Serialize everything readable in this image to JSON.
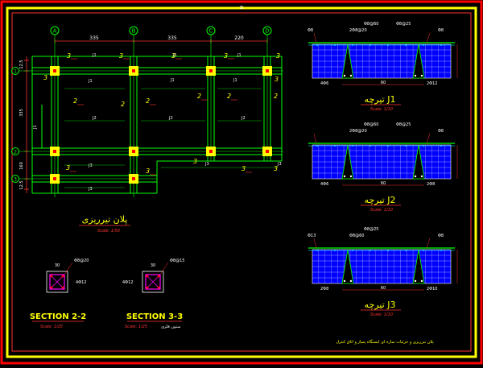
{
  "colors": {
    "background": "#000000",
    "outer_border": "#ff0000",
    "inner_border": "#ffff00",
    "axis": "#00ff00",
    "grid_ring": "#00ff00",
    "beam": "#00ff00",
    "column": "#ffff00",
    "column_center": "#ff0000",
    "dimension": "#ff3333",
    "label": "#ffffff",
    "rebar": "#ff00ff",
    "joist_fill": "#0000ff",
    "cyan": "#00ffff",
    "title_yellow": "#ffff00",
    "scale_red": "#ff3333"
  },
  "top_marker": "±",
  "axes": {
    "columns": [
      "A",
      "B",
      "C",
      "D"
    ],
    "rows": [
      "1",
      "2",
      "3"
    ]
  },
  "dimensions": {
    "top": [
      "335",
      "335",
      "220"
    ],
    "left": [
      "12.5",
      "335",
      "160",
      "12.5"
    ]
  },
  "slab_labels": {
    "numbers": [
      "3",
      "3",
      "3",
      "3",
      "3",
      "2",
      "2",
      "2",
      "2",
      "2",
      "2",
      "3",
      "3",
      "3",
      "3",
      "3",
      "3",
      "3"
    ],
    "joists": [
      "J1",
      "J1",
      "J1",
      "J1",
      "J2",
      "J2",
      "J2",
      "J1",
      "J1",
      "J1",
      "J3",
      "J3",
      "J3",
      "J3"
    ]
  },
  "plan": {
    "title": "پلان تیرریزی",
    "scale": "Scale: 1/50"
  },
  "sections": [
    {
      "title": "SECTION 2-2",
      "scale": "Scale: 1/25",
      "top_note": "Φ8@20",
      "side_note": "4Φ12",
      "width": "30"
    },
    {
      "title": "SECTION 3-3",
      "scale": "Scale: 1/25",
      "top_note": "Φ8@15",
      "side_note": "4Φ12",
      "width": "30",
      "extra": "ستون فلزی"
    }
  ],
  "joists_detail": [
    {
      "name": "تیرچه J1",
      "scale": "Scale: 1/10",
      "top_left": "Φ8",
      "top_a": "2Φ8@20",
      "top_b": "Φ8@60",
      "top_c": "Φ8@25",
      "top_d": "Φ8",
      "bottom_a": "4Φ6",
      "bottom_b": "60",
      "bottom_c": "2Φ12"
    },
    {
      "name": "تیرچه J2",
      "scale": "Scale: 1/10",
      "top_left": "",
      "top_a": "2Φ8@20",
      "top_b": "Φ8@60",
      "top_c": "Φ8@25",
      "top_d": "Φ8",
      "bottom_a": "4Φ6",
      "bottom_b": "60",
      "bottom_c": "2Φ8"
    },
    {
      "name": "تیرچه J3",
      "scale": "Scale: 1/10",
      "top_left": "Φ13",
      "top_a": "Φ8@60",
      "top_b": "Φ8@25",
      "top_c": "",
      "top_d": "Φ8",
      "bottom_a": "2Φ8",
      "bottom_b": "60",
      "bottom_c": "2Φ10"
    }
  ],
  "footer_note": "پلان تیرریزی و جزئیات سازه ای ایستگاه پمپاژ و اتاق کنترل"
}
